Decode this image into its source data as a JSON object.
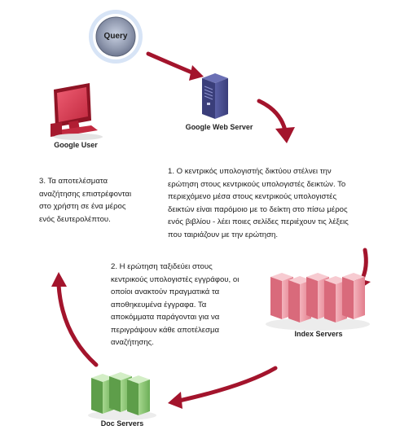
{
  "nodes": {
    "query": "Query",
    "web_server": "Google Web Server",
    "user": "Google User",
    "index_servers": "Index Servers",
    "doc_servers": "Doc Servers"
  },
  "steps": {
    "step1": [
      "1. Ο κεντρικός υπολογιστής δικτύου στέλνει την",
      "ερώτηση στους κεντρικούς υπολογιστές δεικτών. Το",
      "περιεχόμενο μέσα στους κεντρικούς υπολογιστές",
      "δεικτών είναι παρόμοιο με το δείκτη στο πίσω μέρος",
      "ενός βιβλίου - λέει ποιες σελίδες περιέχουν τις λέξεις",
      "που ταιριάζουν με την ερώτηση."
    ],
    "step2": [
      "2. Η ερώτηση ταξιδεύει στους",
      "κεντρικούς υπολογιστές εγγράφου, οι",
      "οποίοι ανακτούν πραγματικά τα",
      "αποθηκευμένα έγγραφα.  Τα",
      "αποκόμματα παράγονται για να",
      "περιγράψουν κάθε αποτέλεσμα",
      "αναζήτησης."
    ],
    "step3": [
      "3. Τα αποτελέσματα",
      "αναζήτησης επιστρέφονται",
      "στο χρήστη σε ένα μέρος",
      "ενός δευτερολέπτου."
    ]
  },
  "colors": {
    "arrow": "#a3142c",
    "query_ring": "#9bb7e3",
    "query_fill": "#8a93a8",
    "server_blue": "#4a4f93",
    "monitor_red": "#d9324a",
    "index_pink": "#e98a97",
    "doc_green": "#7fbf6a"
  },
  "icons": [
    "query-bubble-icon",
    "web-server-icon",
    "user-computer-icon",
    "index-servers-icon",
    "doc-servers-icon"
  ]
}
